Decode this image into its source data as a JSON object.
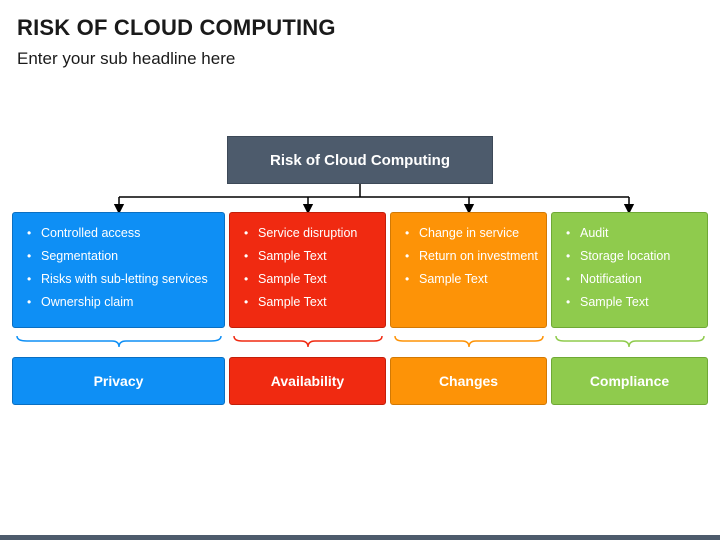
{
  "header": {
    "title": "RISK OF CLOUD COMPUTING",
    "subtitle": "Enter your sub headline here"
  },
  "root": {
    "label": "Risk of Cloud Computing"
  },
  "columns": [
    {
      "label": "Privacy",
      "color": "#0e8ff5",
      "items": [
        "Controlled access",
        "Segmentation",
        "Risks with sub-letting services",
        "Ownership claim"
      ]
    },
    {
      "label": "Availability",
      "color": "#f02a11",
      "items": [
        "Service disruption",
        "Sample Text",
        "Sample Text",
        "Sample Text"
      ]
    },
    {
      "label": "Changes",
      "color": "#fd9307",
      "items": [
        "Change in service",
        "Return on investment",
        "Sample Text"
      ]
    },
    {
      "label": "Compliance",
      "color": "#8fcb4d",
      "items": [
        "Audit",
        "Storage location",
        "Notification",
        "Sample Text"
      ]
    }
  ]
}
